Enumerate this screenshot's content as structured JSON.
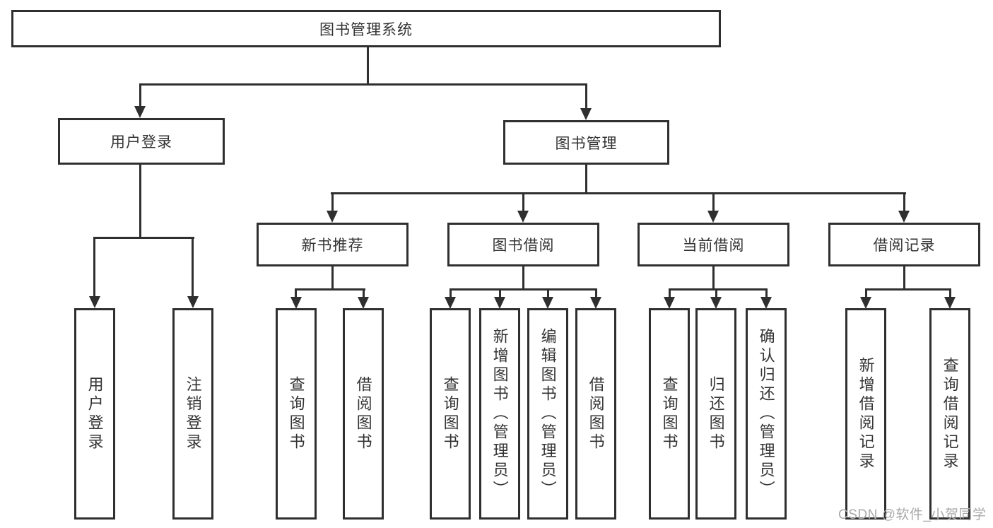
{
  "diagram": {
    "root": {
      "label": "图书管理系统"
    },
    "level2": [
      {
        "label": "用户登录"
      },
      {
        "label": "图书管理"
      }
    ],
    "level3": [
      {
        "label": "新书推荐",
        "parent": "图书管理"
      },
      {
        "label": "图书借阅",
        "parent": "图书管理"
      },
      {
        "label": "当前借阅",
        "parent": "图书管理"
      },
      {
        "label": "借阅记录",
        "parent": "图书管理"
      }
    ],
    "leaves": [
      {
        "label": "用户登录",
        "parent": "用户登录"
      },
      {
        "label": "注销登录",
        "parent": "用户登录"
      },
      {
        "label": "查询图书",
        "parent": "新书推荐"
      },
      {
        "label": "借阅图书",
        "parent": "新书推荐"
      },
      {
        "label": "查询图书",
        "parent": "图书借阅"
      },
      {
        "label": "新增图书（管理员）",
        "parent": "图书借阅"
      },
      {
        "label": "编辑图书（管理员）",
        "parent": "图书借阅"
      },
      {
        "label": "借阅图书",
        "parent": "图书借阅"
      },
      {
        "label": "查询图书",
        "parent": "当前借阅"
      },
      {
        "label": "归还图书",
        "parent": "当前借阅"
      },
      {
        "label": "确认归还（管理员）",
        "parent": "当前借阅"
      },
      {
        "label": "新增借阅记录",
        "parent": "借阅记录"
      },
      {
        "label": "查询借阅记录",
        "parent": "借阅记录"
      }
    ],
    "watermark": "CSDN @软件_小贺同学",
    "colors": {
      "line": "#333333",
      "text": "#333333",
      "watermark": "#a9a9a9",
      "background": "#ffffff"
    }
  }
}
